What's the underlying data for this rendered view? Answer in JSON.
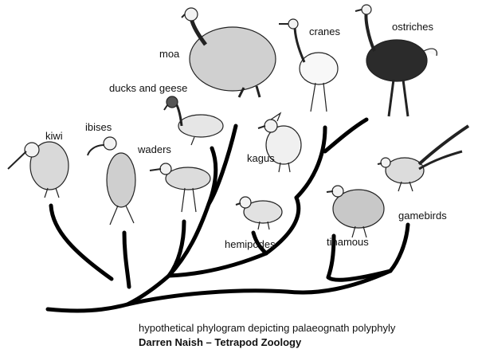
{
  "diagram": {
    "taxa": [
      {
        "id": "kiwi",
        "label": "kiwi"
      },
      {
        "id": "ibises",
        "label": "ibises"
      },
      {
        "id": "waders",
        "label": "waders"
      },
      {
        "id": "ducks",
        "label": "ducks and geese"
      },
      {
        "id": "moa",
        "label": "moa"
      },
      {
        "id": "kagus",
        "label": "kagus"
      },
      {
        "id": "cranes",
        "label": "cranes"
      },
      {
        "id": "ostriches",
        "label": "ostriches"
      },
      {
        "id": "hemipodes",
        "label": "hemipodes"
      },
      {
        "id": "tinamous",
        "label": "tinamous"
      },
      {
        "id": "gamebirds",
        "label": "gamebirds"
      }
    ],
    "caption": "hypothetical phylogram depicting palaeognath polyphyly",
    "credit": "Darren Naish – Tetrapod Zoology"
  },
  "colors": {
    "lines": "#000000",
    "text": "#111111",
    "ostrich_body": "#2b2b2b"
  }
}
